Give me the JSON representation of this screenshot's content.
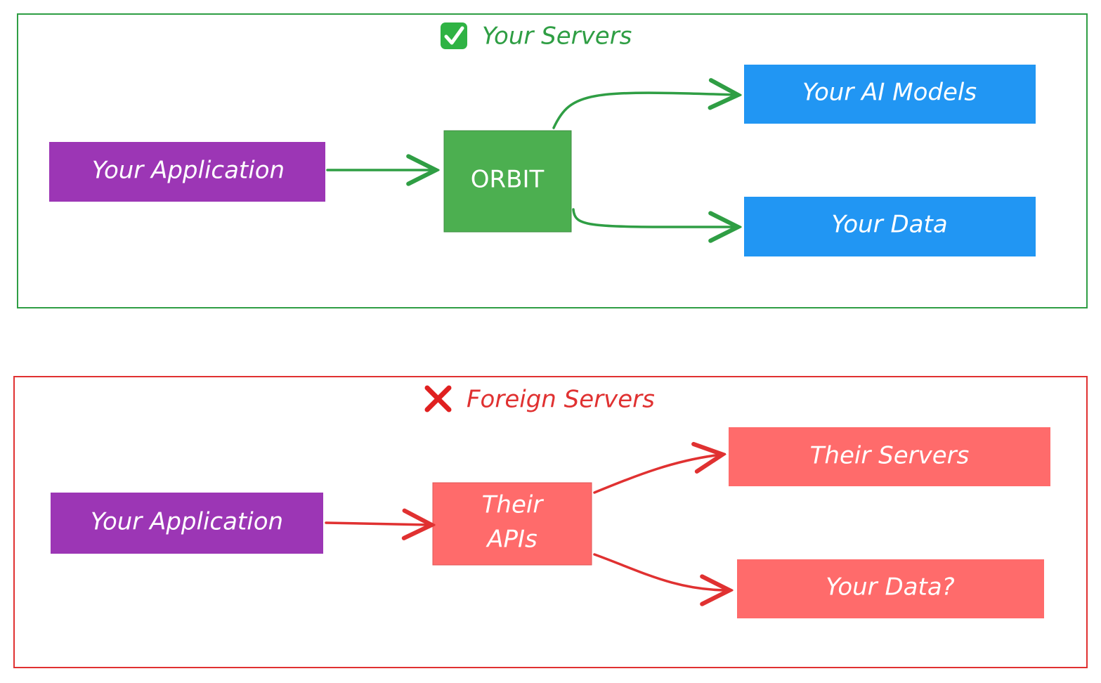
{
  "colors": {
    "green": "#2f9e44",
    "red": "#e03131",
    "purple": "#9c36b5",
    "orbit_green": "#4caf50",
    "blue": "#2196f3",
    "coral": "#ff6b6b",
    "white": "#ffffff"
  },
  "top_panel": {
    "icon": "check-mark-icon",
    "title": "Your Servers",
    "app_label": "Your Application",
    "gateway_label": "ORBIT",
    "models_label": "Your AI Models",
    "data_label": "Your Data"
  },
  "bottom_panel": {
    "icon": "cross-mark-icon",
    "title": "Foreign Servers",
    "app_label": "Your Application",
    "api_label_line1": "Their",
    "api_label_line2": "APIs",
    "servers_label": "Their Servers",
    "data_label": "Your Data?"
  }
}
